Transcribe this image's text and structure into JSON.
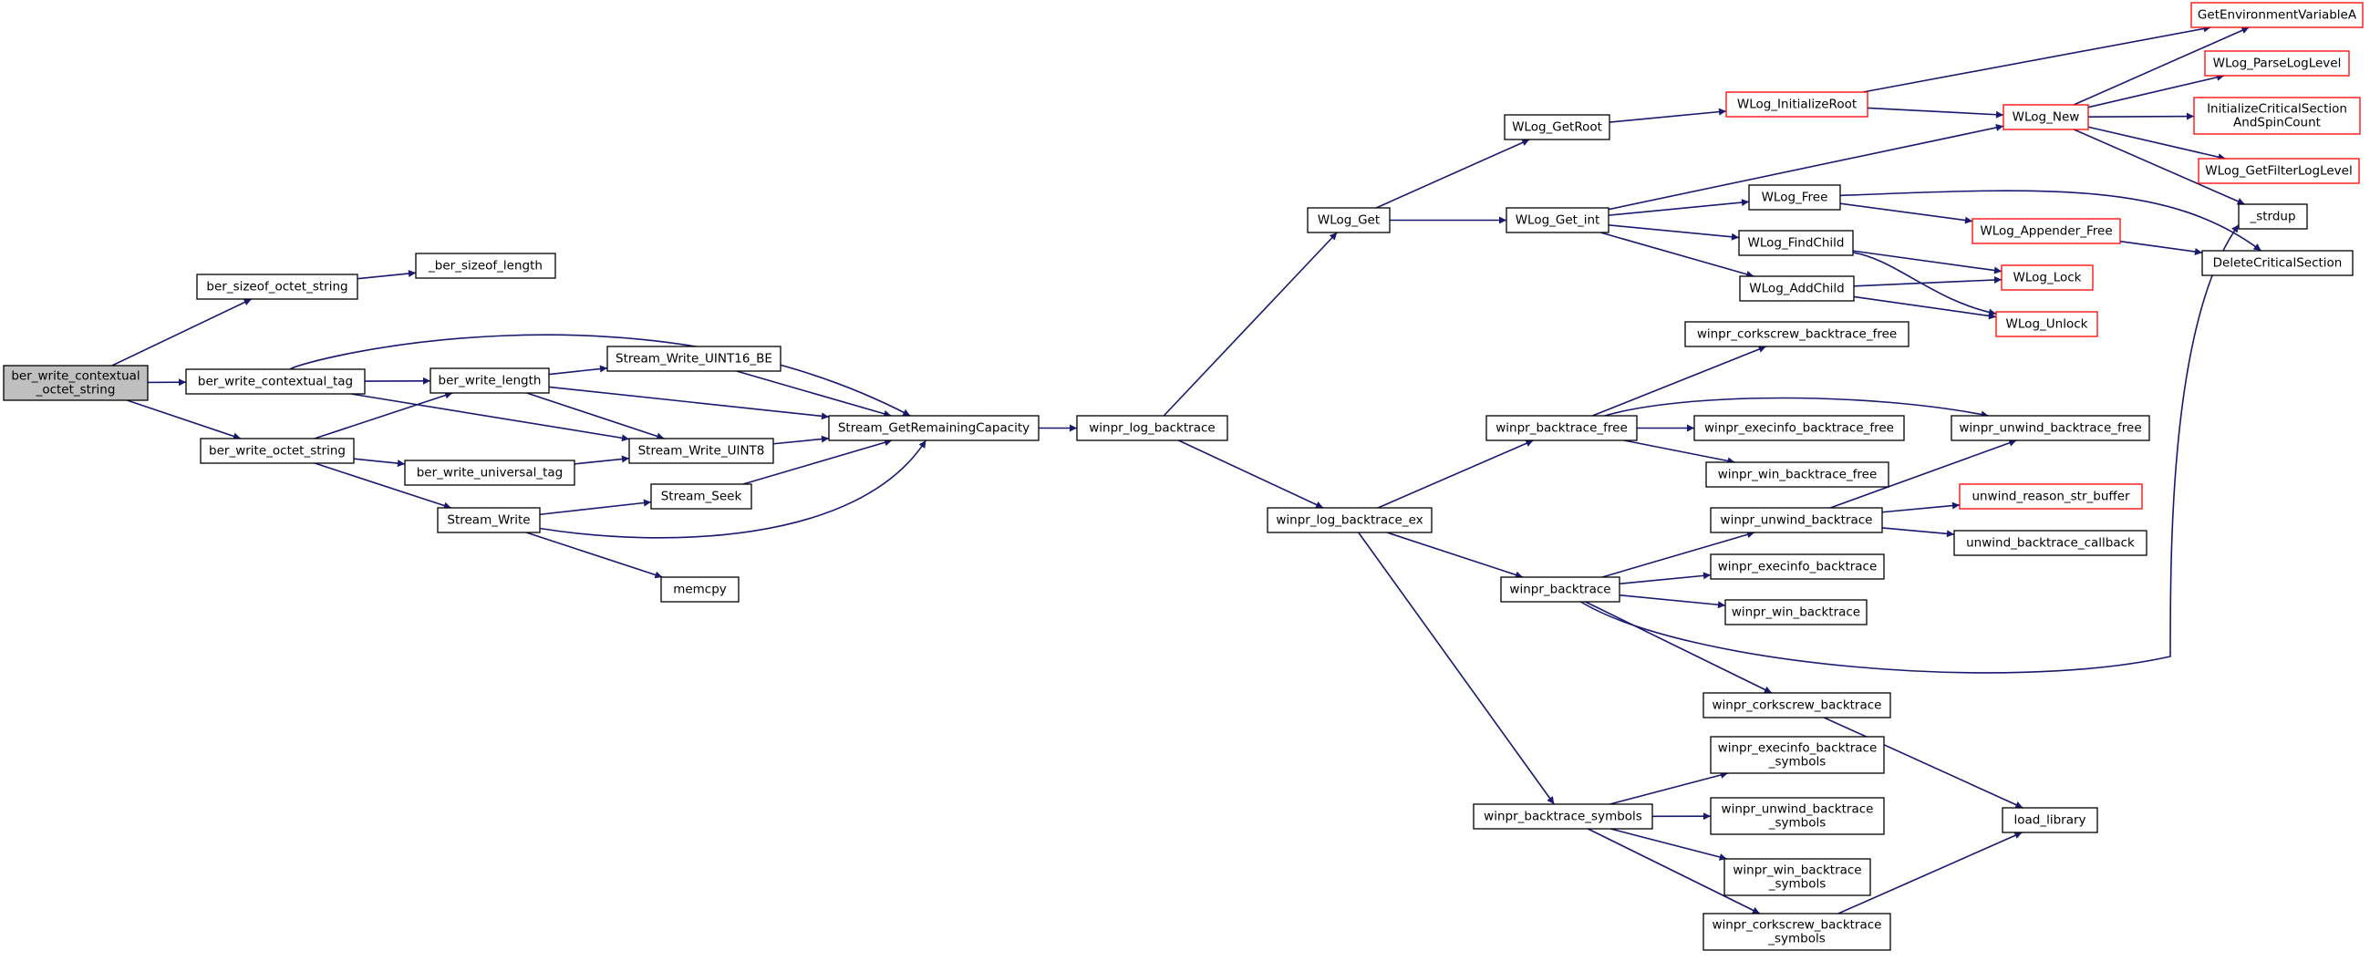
{
  "colors": {
    "edge": "#191970",
    "node_border": "#000000",
    "node_border_link": "#ff0000",
    "root_fill": "#bfbfbf",
    "node_fill": "#ffffff"
  },
  "graph": {
    "nodes": [
      {
        "id": "root",
        "lines": [
          "ber_write_contextual",
          "_octet_string"
        ],
        "style": "root"
      },
      {
        "id": "ber_sizeof_octet_string",
        "lines": [
          "ber_sizeof_octet_string"
        ],
        "style": "normal"
      },
      {
        "id": "_ber_sizeof_length",
        "lines": [
          "_ber_sizeof_length"
        ],
        "style": "normal"
      },
      {
        "id": "ber_write_contextual_tag",
        "lines": [
          "ber_write_contextual_tag"
        ],
        "style": "normal"
      },
      {
        "id": "ber_write_length",
        "lines": [
          "ber_write_length"
        ],
        "style": "normal"
      },
      {
        "id": "ber_write_octet_string",
        "lines": [
          "ber_write_octet_string"
        ],
        "style": "normal"
      },
      {
        "id": "ber_write_universal_tag",
        "lines": [
          "ber_write_universal_tag"
        ],
        "style": "normal"
      },
      {
        "id": "Stream_Write",
        "lines": [
          "Stream_Write"
        ],
        "style": "normal"
      },
      {
        "id": "Stream_Write_UINT16_BE",
        "lines": [
          "Stream_Write_UINT16_BE"
        ],
        "style": "normal"
      },
      {
        "id": "Stream_Write_UINT8",
        "lines": [
          "Stream_Write_UINT8"
        ],
        "style": "normal"
      },
      {
        "id": "Stream_Seek",
        "lines": [
          "Stream_Seek"
        ],
        "style": "normal"
      },
      {
        "id": "memcpy",
        "lines": [
          "memcpy"
        ],
        "style": "normal"
      },
      {
        "id": "Stream_GetRemainingCapacity",
        "lines": [
          "Stream_GetRemainingCapacity"
        ],
        "style": "normal"
      },
      {
        "id": "winpr_log_backtrace",
        "lines": [
          "winpr_log_backtrace"
        ],
        "style": "normal"
      },
      {
        "id": "WLog_Get",
        "lines": [
          "WLog_Get"
        ],
        "style": "normal"
      },
      {
        "id": "winpr_log_backtrace_ex",
        "lines": [
          "winpr_log_backtrace_ex"
        ],
        "style": "normal"
      },
      {
        "id": "WLog_GetRoot",
        "lines": [
          "WLog_GetRoot"
        ],
        "style": "normal"
      },
      {
        "id": "WLog_Get_int",
        "lines": [
          "WLog_Get_int"
        ],
        "style": "normal"
      },
      {
        "id": "winpr_backtrace_free",
        "lines": [
          "winpr_backtrace_free"
        ],
        "style": "normal"
      },
      {
        "id": "winpr_backtrace",
        "lines": [
          "winpr_backtrace"
        ],
        "style": "normal"
      },
      {
        "id": "winpr_backtrace_symbols",
        "lines": [
          "winpr_backtrace_symbols"
        ],
        "style": "normal"
      },
      {
        "id": "WLog_InitializeRoot",
        "lines": [
          "WLog_InitializeRoot"
        ],
        "style": "link"
      },
      {
        "id": "WLog_Free",
        "lines": [
          "WLog_Free"
        ],
        "style": "normal"
      },
      {
        "id": "WLog_FindChild",
        "lines": [
          "WLog_FindChild"
        ],
        "style": "normal"
      },
      {
        "id": "WLog_AddChild",
        "lines": [
          "WLog_AddChild"
        ],
        "style": "normal"
      },
      {
        "id": "winpr_corkscrew_backtrace_free",
        "lines": [
          "winpr_corkscrew_backtrace_free"
        ],
        "style": "normal"
      },
      {
        "id": "winpr_execinfo_backtrace_free",
        "lines": [
          "winpr_execinfo_backtrace_free"
        ],
        "style": "normal"
      },
      {
        "id": "winpr_win_backtrace_free",
        "lines": [
          "winpr_win_backtrace_free"
        ],
        "style": "normal"
      },
      {
        "id": "winpr_unwind_backtrace",
        "lines": [
          "winpr_unwind_backtrace"
        ],
        "style": "normal"
      },
      {
        "id": "winpr_execinfo_backtrace",
        "lines": [
          "winpr_execinfo_backtrace"
        ],
        "style": "normal"
      },
      {
        "id": "winpr_win_backtrace",
        "lines": [
          "winpr_win_backtrace"
        ],
        "style": "normal"
      },
      {
        "id": "winpr_corkscrew_backtrace",
        "lines": [
          "winpr_corkscrew_backtrace"
        ],
        "style": "normal"
      },
      {
        "id": "winpr_execinfo_backtrace_symbols",
        "lines": [
          "winpr_execinfo_backtrace",
          "_symbols"
        ],
        "style": "normal"
      },
      {
        "id": "winpr_unwind_backtrace_symbols",
        "lines": [
          "winpr_unwind_backtrace",
          "_symbols"
        ],
        "style": "normal"
      },
      {
        "id": "winpr_win_backtrace_symbols",
        "lines": [
          "winpr_win_backtrace",
          "_symbols"
        ],
        "style": "normal"
      },
      {
        "id": "winpr_corkscrew_backtrace_symbols",
        "lines": [
          "winpr_corkscrew_backtrace",
          "_symbols"
        ],
        "style": "normal"
      },
      {
        "id": "WLog_New",
        "lines": [
          "WLog_New"
        ],
        "style": "link"
      },
      {
        "id": "WLog_Appender_Free",
        "lines": [
          "WLog_Appender_Free"
        ],
        "style": "link"
      },
      {
        "id": "WLog_Lock",
        "lines": [
          "WLog_Lock"
        ],
        "style": "link"
      },
      {
        "id": "WLog_Unlock",
        "lines": [
          "WLog_Unlock"
        ],
        "style": "link"
      },
      {
        "id": "winpr_unwind_backtrace_free",
        "lines": [
          "winpr_unwind_backtrace_free"
        ],
        "style": "normal"
      },
      {
        "id": "unwind_reason_str_buffer",
        "lines": [
          "unwind_reason_str_buffer"
        ],
        "style": "link"
      },
      {
        "id": "unwind_backtrace_callback",
        "lines": [
          "unwind_backtrace_callback"
        ],
        "style": "normal"
      },
      {
        "id": "load_library",
        "lines": [
          "load_library"
        ],
        "style": "normal"
      },
      {
        "id": "GetEnvironmentVariableA",
        "lines": [
          "GetEnvironmentVariableA"
        ],
        "style": "link"
      },
      {
        "id": "WLog_ParseLogLevel",
        "lines": [
          "WLog_ParseLogLevel"
        ],
        "style": "link"
      },
      {
        "id": "InitializeCriticalSectionAndSpinCount",
        "lines": [
          "InitializeCriticalSection",
          "AndSpinCount"
        ],
        "style": "link"
      },
      {
        "id": "WLog_GetFilterLogLevel",
        "lines": [
          "WLog_GetFilterLogLevel"
        ],
        "style": "link"
      },
      {
        "id": "_strdup",
        "lines": [
          "_strdup"
        ],
        "style": "normal"
      },
      {
        "id": "DeleteCriticalSection",
        "lines": [
          "DeleteCriticalSection"
        ],
        "style": "normal"
      }
    ],
    "edges": [
      [
        "root",
        "ber_sizeof_octet_string"
      ],
      [
        "root",
        "ber_write_contextual_tag"
      ],
      [
        "root",
        "ber_write_octet_string"
      ],
      [
        "ber_sizeof_octet_string",
        "_ber_sizeof_length"
      ],
      [
        "ber_write_contextual_tag",
        "ber_write_length"
      ],
      [
        "ber_write_contextual_tag",
        "Stream_Write_UINT8"
      ],
      [
        "ber_write_contextual_tag",
        "Stream_GetRemainingCapacity"
      ],
      [
        "ber_write_octet_string",
        "ber_write_length"
      ],
      [
        "ber_write_octet_string",
        "ber_write_universal_tag"
      ],
      [
        "ber_write_octet_string",
        "Stream_Write"
      ],
      [
        "ber_write_length",
        "Stream_Write_UINT16_BE"
      ],
      [
        "ber_write_length",
        "Stream_Write_UINT8"
      ],
      [
        "ber_write_length",
        "Stream_GetRemainingCapacity"
      ],
      [
        "ber_write_universal_tag",
        "Stream_Write_UINT8"
      ],
      [
        "Stream_Write_UINT16_BE",
        "Stream_GetRemainingCapacity"
      ],
      [
        "Stream_Write_UINT8",
        "Stream_GetRemainingCapacity"
      ],
      [
        "Stream_Write",
        "Stream_Seek"
      ],
      [
        "Stream_Write",
        "memcpy"
      ],
      [
        "Stream_Write",
        "Stream_GetRemainingCapacity"
      ],
      [
        "Stream_Seek",
        "Stream_GetRemainingCapacity"
      ],
      [
        "Stream_GetRemainingCapacity",
        "winpr_log_backtrace"
      ],
      [
        "winpr_log_backtrace",
        "WLog_Get"
      ],
      [
        "winpr_log_backtrace",
        "winpr_log_backtrace_ex"
      ],
      [
        "WLog_Get",
        "WLog_GetRoot"
      ],
      [
        "WLog_Get",
        "WLog_Get_int"
      ],
      [
        "WLog_GetRoot",
        "WLog_InitializeRoot"
      ],
      [
        "WLog_InitializeRoot",
        "GetEnvironmentVariableA"
      ],
      [
        "WLog_InitializeRoot",
        "WLog_New"
      ],
      [
        "WLog_Get_int",
        "WLog_New"
      ],
      [
        "WLog_Get_int",
        "WLog_Free"
      ],
      [
        "WLog_Get_int",
        "WLog_FindChild"
      ],
      [
        "WLog_Get_int",
        "WLog_AddChild"
      ],
      [
        "WLog_New",
        "GetEnvironmentVariableA"
      ],
      [
        "WLog_New",
        "WLog_ParseLogLevel"
      ],
      [
        "WLog_New",
        "InitializeCriticalSectionAndSpinCount"
      ],
      [
        "WLog_New",
        "WLog_GetFilterLogLevel"
      ],
      [
        "WLog_New",
        "_strdup"
      ],
      [
        "WLog_Free",
        "WLog_Appender_Free"
      ],
      [
        "WLog_Free",
        "DeleteCriticalSection"
      ],
      [
        "WLog_Appender_Free",
        "DeleteCriticalSection"
      ],
      [
        "WLog_FindChild",
        "WLog_Lock"
      ],
      [
        "WLog_FindChild",
        "WLog_Unlock"
      ],
      [
        "WLog_AddChild",
        "WLog_Lock"
      ],
      [
        "WLog_AddChild",
        "WLog_Unlock"
      ],
      [
        "winpr_log_backtrace_ex",
        "winpr_backtrace_free"
      ],
      [
        "winpr_log_backtrace_ex",
        "winpr_backtrace"
      ],
      [
        "winpr_log_backtrace_ex",
        "winpr_backtrace_symbols"
      ],
      [
        "winpr_backtrace_free",
        "winpr_corkscrew_backtrace_free"
      ],
      [
        "winpr_backtrace_free",
        "winpr_execinfo_backtrace_free"
      ],
      [
        "winpr_backtrace_free",
        "winpr_unwind_backtrace_free"
      ],
      [
        "winpr_backtrace_free",
        "winpr_win_backtrace_free"
      ],
      [
        "winpr_backtrace",
        "winpr_unwind_backtrace"
      ],
      [
        "winpr_backtrace",
        "winpr_execinfo_backtrace"
      ],
      [
        "winpr_backtrace",
        "winpr_win_backtrace"
      ],
      [
        "winpr_backtrace",
        "winpr_corkscrew_backtrace"
      ],
      [
        "winpr_backtrace",
        "_strdup"
      ],
      [
        "winpr_unwind_backtrace",
        "winpr_unwind_backtrace_free"
      ],
      [
        "winpr_unwind_backtrace",
        "unwind_reason_str_buffer"
      ],
      [
        "winpr_unwind_backtrace",
        "unwind_backtrace_callback"
      ],
      [
        "winpr_corkscrew_backtrace",
        "load_library"
      ],
      [
        "winpr_backtrace_symbols",
        "winpr_execinfo_backtrace_symbols"
      ],
      [
        "winpr_backtrace_symbols",
        "winpr_unwind_backtrace_symbols"
      ],
      [
        "winpr_backtrace_symbols",
        "winpr_win_backtrace_symbols"
      ],
      [
        "winpr_backtrace_symbols",
        "winpr_corkscrew_backtrace_symbols"
      ],
      [
        "winpr_corkscrew_backtrace_symbols",
        "load_library"
      ]
    ]
  }
}
